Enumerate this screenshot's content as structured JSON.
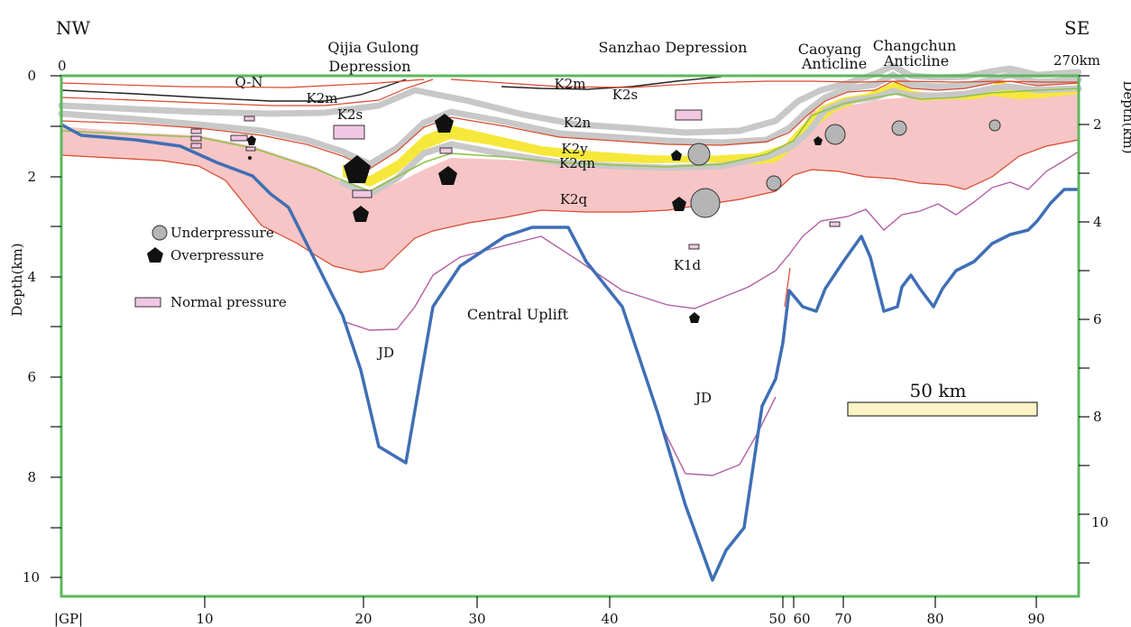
{
  "orientation": {
    "left": "NW",
    "right": "SE"
  },
  "distance": {
    "start": "0",
    "end": "270km"
  },
  "axes": {
    "left_label": "Depth(km)",
    "right_label": "Depth(km)",
    "left_ticks": [
      "0",
      "2",
      "4",
      "6",
      "8",
      "10"
    ],
    "right_ticks": [
      "2",
      "4",
      "6",
      "8",
      "10"
    ],
    "bottom_ticks": [
      "|GP|",
      "10",
      "20",
      "30",
      "40",
      "50",
      "60",
      "70",
      "80",
      "90"
    ]
  },
  "structures": {
    "qijia_line1": "Qijia Gulong",
    "qijia_line2": "Depression",
    "sanzhao": "Sanzhao  Depression",
    "caoyang_line1": "Caoyang",
    "caoyang_line2": "Anticline",
    "changchun_line1": "Changchun",
    "changchun_line2": "Anticline",
    "central_uplift": "Central Uplift",
    "jd_left": "JD",
    "jd_right": "JD"
  },
  "formations": {
    "qn": "Q-N",
    "k2m_left": "K2m",
    "k2s_left": "K2s",
    "k2m_right": "K2m",
    "k2s_right": "K2s",
    "k2n": "K2n",
    "k2y": "K2y",
    "k2qn": "K2qn",
    "k2q": "K2q",
    "k1d": "K1d"
  },
  "legend": {
    "under": "Underpressure",
    "over": "Overpressure",
    "normal": "Normal pressure"
  },
  "scale_bar": {
    "label": "50 km"
  },
  "colors": {
    "frame": "#5cb85c",
    "basement": "#3f6fb5",
    "k2q_fill": "#f7c5c5",
    "k2y_fill": "#f6e83a",
    "grey_band": "#c8c8c8",
    "red_line": "#d9482b",
    "purple_line": "#b25fa6",
    "normal_fill": "#f1c6e2",
    "under_fill": "#b5b5b5",
    "scale_fill": "#fbf3c4"
  }
}
